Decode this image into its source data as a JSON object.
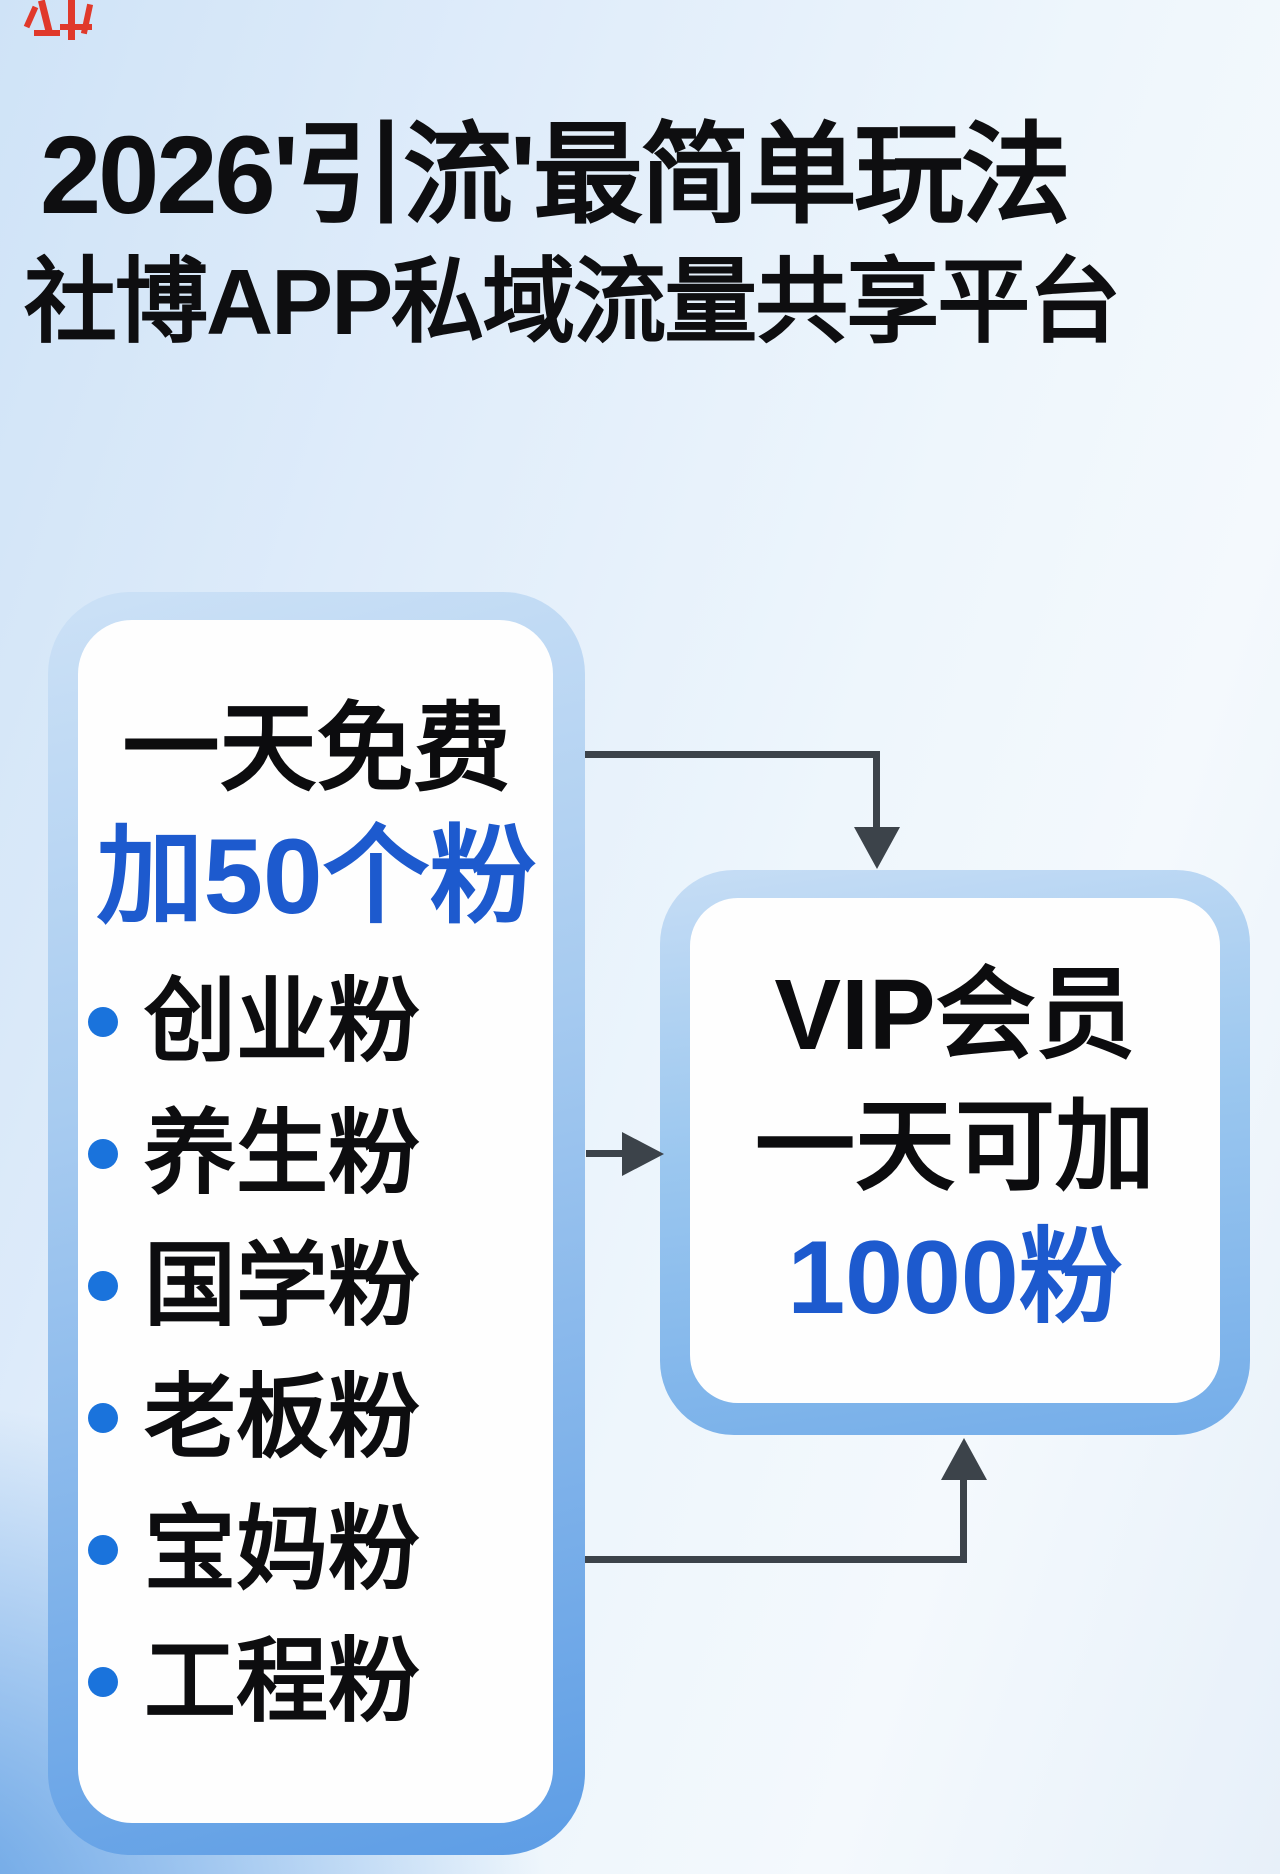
{
  "title": {
    "line1": "2026'引流'最简单玩法",
    "line2": "社博APP私域流量共享平台"
  },
  "left_card": {
    "heading": "一天免费",
    "subheading": "加50个粉",
    "items": [
      "创业粉",
      "养生粉",
      "国学粉",
      "老板粉",
      "宝妈粉",
      "工程粉"
    ]
  },
  "vip_card": {
    "line1": "VIP会员",
    "line2": "一天可加",
    "line3": "1000粉"
  },
  "colors": {
    "accent_blue": "#1d5ace",
    "bullet_blue": "#1a73dc",
    "arrow_dark": "#3c434a",
    "card_border_top": "#cce1f6",
    "card_border_bottom": "#5d9de5",
    "watermark_red": "#e0392b",
    "title_black": "#0e0e10"
  }
}
